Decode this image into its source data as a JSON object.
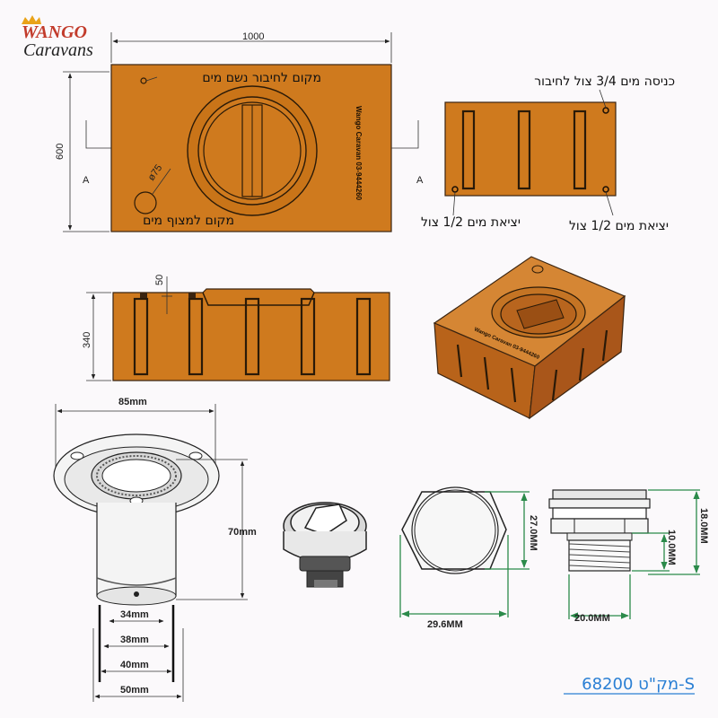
{
  "brand": {
    "line1": "WANGO",
    "line2": "Caravans"
  },
  "top_view": {
    "width_dim": "1000",
    "height_dim": "600",
    "section_left": "A",
    "section_right": "A",
    "rain_label": "מקום לחיבור נשם מים",
    "float_label": "מקום למצוף מים",
    "diameter_label": "ø75",
    "tank_text": "Wango Caravan  03-9444260"
  },
  "side_view": {
    "inlet_label": "כניסה מים 3/4 צול לחיבור",
    "outlet_left": "יציאת מים 1/2 צול",
    "outlet_right": "יציאת מים 1/2 צול"
  },
  "front_view": {
    "height_dim": "340",
    "lip_dim": "50"
  },
  "iso_view": {
    "tank_text": "Wango Caravan  03-9444260"
  },
  "fitting": {
    "width": "85mm",
    "height": "70mm",
    "d1": "34mm",
    "d2": "38mm",
    "d3": "40mm",
    "d4": "50mm"
  },
  "cap": {
    "width": "29.6MM",
    "height": "27.0MM",
    "thread_w": "20.0MM",
    "thread_h": "10.0MM",
    "total_h": "18.0MM"
  },
  "sku": {
    "text": "מק\"ט 68200-S"
  }
}
